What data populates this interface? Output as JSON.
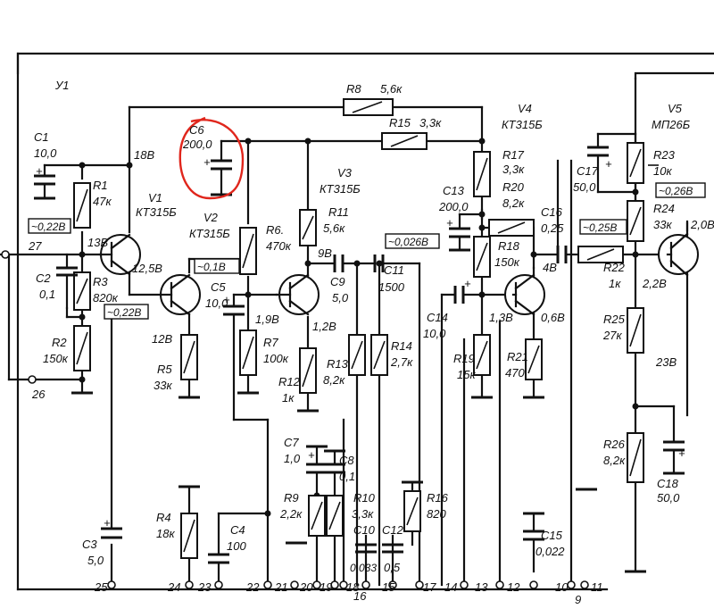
{
  "unit_label": "У1",
  "highlight_color": "#e0261c",
  "components": {
    "R1": {
      "ref": "R1",
      "value": "47к"
    },
    "R2": {
      "ref": "R2",
      "value": "150к"
    },
    "R3": {
      "ref": "R3",
      "value": "820к"
    },
    "R4": {
      "ref": "R4",
      "value": "18к"
    },
    "R5": {
      "ref": "R5",
      "value": "33к"
    },
    "R6": {
      "ref": "R6.",
      "value": "470к"
    },
    "R7": {
      "ref": "R7",
      "value": "100к"
    },
    "R8": {
      "ref": "R8",
      "value": "5,6к"
    },
    "R9": {
      "ref": "R9",
      "value": "2,2к"
    },
    "R10": {
      "ref": "R10",
      "value": "3,3к"
    },
    "R11": {
      "ref": "R11",
      "value": "5,6к"
    },
    "R12": {
      "ref": "R12",
      "value": "1к"
    },
    "R13": {
      "ref": "R13",
      "value": "8,2к"
    },
    "R14": {
      "ref": "R14",
      "value": "2,7к"
    },
    "R15": {
      "ref": "R15",
      "value": "3,3к"
    },
    "R16": {
      "ref": "R16",
      "value": "820"
    },
    "R17": {
      "ref": "R17",
      "value": "3,3к"
    },
    "R18": {
      "ref": "R18",
      "value": "150к"
    },
    "R19": {
      "ref": "R19",
      "value": "15к"
    },
    "R20": {
      "ref": "R20",
      "value": "8,2к"
    },
    "R21": {
      "ref": "R21",
      "value": "470"
    },
    "R22": {
      "ref": "R22",
      "value": "1к"
    },
    "R23": {
      "ref": "R23",
      "value": "10к"
    },
    "R24": {
      "ref": "R24",
      "value": "33к"
    },
    "R25": {
      "ref": "R25",
      "value": "27к"
    },
    "R26": {
      "ref": "R26",
      "value": "8,2к"
    },
    "C1": {
      "ref": "C1",
      "value": "10,0"
    },
    "C2": {
      "ref": "C2",
      "value": "0,1"
    },
    "C3": {
      "ref": "C3",
      "value": "5,0"
    },
    "C4": {
      "ref": "C4",
      "value": "100"
    },
    "C5": {
      "ref": "C5",
      "value": "10,0"
    },
    "C6": {
      "ref": "C6",
      "value": "200,0"
    },
    "C7": {
      "ref": "C7",
      "value": "1,0"
    },
    "C8": {
      "ref": "C8",
      "value": "0,1"
    },
    "C9": {
      "ref": "C9",
      "value": "5,0"
    },
    "C10": {
      "ref": "C10",
      "value": "0,033"
    },
    "C11": {
      "ref": "C11",
      "value": "1500"
    },
    "C12": {
      "ref": "C12",
      "value": "0,5"
    },
    "C13": {
      "ref": "C13",
      "value": "200,0"
    },
    "C14": {
      "ref": "C14",
      "value": "10,0"
    },
    "C15": {
      "ref": "C15",
      "value": "0,022"
    },
    "C16": {
      "ref": "C16",
      "value": "0,25"
    },
    "C17": {
      "ref": "C17",
      "value": "50,0"
    },
    "C18": {
      "ref": "C18",
      "value": "50,0"
    },
    "V1": {
      "ref": "V1",
      "type": "КТ315Б"
    },
    "V2": {
      "ref": "V2",
      "type": "КТ315Б"
    },
    "V3": {
      "ref": "V3",
      "type": "КТ315Б"
    },
    "V4": {
      "ref": "V4",
      "type": "КТ315Б"
    },
    "V5": {
      "ref": "V5",
      "type": "МП26Б"
    }
  },
  "voltages": {
    "v18": "18В",
    "v13": "13В",
    "v12_5": "12,5В",
    "v12": "12В",
    "v1_9": "1,9В",
    "v9": "9В",
    "v1_2": "1,2В",
    "v4": "4В",
    "v1_3": "1,3В",
    "v0_6": "0,6В",
    "v2_2": "2,2В",
    "v23": "23В",
    "v2_0": "2,0В"
  },
  "ac_voltages": {
    "a1": "~0,22В",
    "a2": "~0,22В",
    "a3": "~0,1В",
    "a4": "~0,026В",
    "a5": "~0,25В",
    "a6": "~0,26В"
  },
  "terminals": [
    "27",
    "26",
    "25",
    "24",
    "23",
    "22",
    "21",
    "20",
    "19",
    "18",
    "16",
    "15",
    "17",
    "14",
    "13",
    "12",
    "11",
    "10",
    "9"
  ]
}
